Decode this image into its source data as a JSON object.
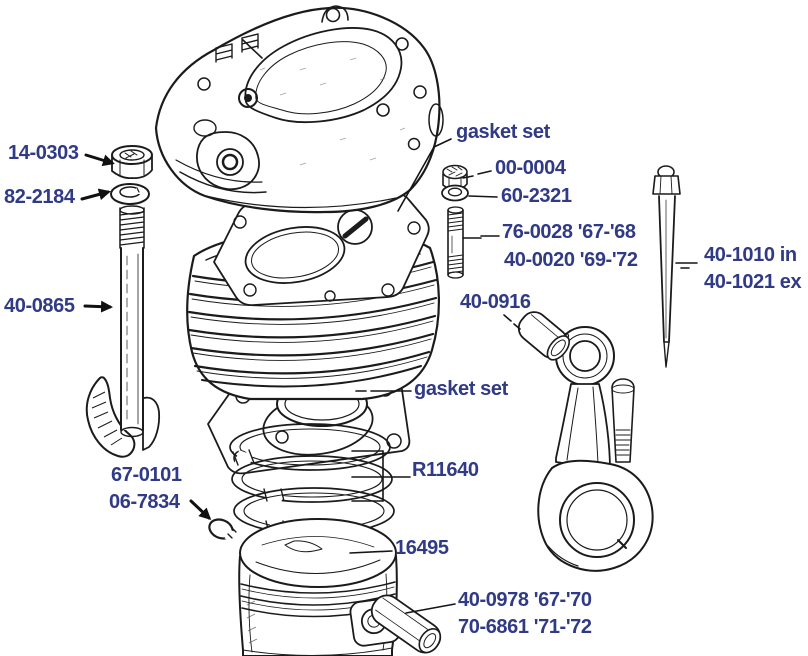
{
  "colors": {
    "background": "#ffffff",
    "label_text": "#303a85",
    "line_art": "#1b1b1b"
  },
  "labels": {
    "head_nut": "14-0303",
    "head_washer": "82-2184",
    "pushrod_tube": "40-0865",
    "circlip_a": "67-0101",
    "circlip_b": "06-7834",
    "gasket_set_head": "gasket set",
    "small_nut": "00-0004",
    "small_washer": "60-2321",
    "stud_67_68": "76-0028 '67-'68",
    "stud_69_72": "40-0020 '69-'72",
    "pushrod_in": "40-1010 in",
    "pushrod_ex": "40-1021 ex",
    "small_end_bush": "40-0916",
    "gasket_set_base": "gasket set",
    "piston_rings": "R11640",
    "piston": "16495",
    "wrist_pin_67_70": "40-0978 '67-'70",
    "wrist_pin_71_72": "70-6861 '71-'72"
  }
}
